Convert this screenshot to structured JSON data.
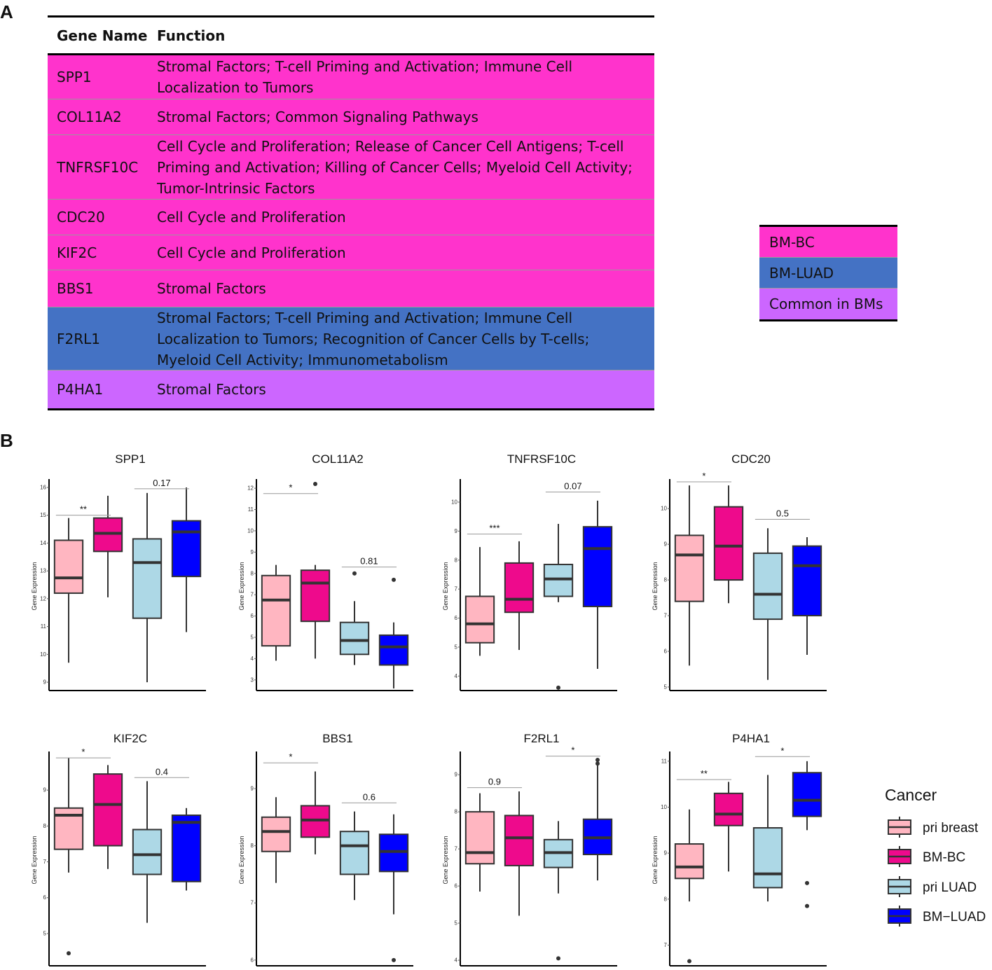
{
  "panel_a_letter": "A",
  "panel_b_letter": "B",
  "table": {
    "header": {
      "gene": "Gene Name",
      "function": "Function"
    },
    "rows": [
      {
        "gene": "SPP1",
        "function": "Stromal Factors; T-cell Priming and Activation; Immune Cell Localization to Tumors",
        "group": "BM-BC",
        "color": "#ff33cc"
      },
      {
        "gene": "COL11A2",
        "function": "Stromal Factors; Common Signaling Pathways",
        "group": "BM-BC",
        "color": "#ff33cc"
      },
      {
        "gene": "TNFRSF10C",
        "function": "Cell Cycle and Proliferation; Release of Cancer Cell Antigens; T-cell Priming and Activation; Killing of Cancer Cells; Myeloid Cell Activity; Tumor-Intrinsic Factors",
        "group": "BM-BC",
        "color": "#ff33cc"
      },
      {
        "gene": "CDC20",
        "function": "Cell Cycle and Proliferation",
        "group": "BM-BC",
        "color": "#ff33cc"
      },
      {
        "gene": "KIF2C",
        "function": "Cell Cycle and Proliferation",
        "group": "BM-BC",
        "color": "#ff33cc"
      },
      {
        "gene": "BBS1",
        "function": "Stromal Factors",
        "group": "BM-BC",
        "color": "#ff33cc"
      },
      {
        "gene": "F2RL1",
        "function": "Stromal Factors; T-cell Priming and Activation; Immune Cell Localization to Tumors; Recognition of Cancer Cells by T-cells; Myeloid Cell Activity; Immunometabolism",
        "group": "BM-LUAD",
        "color": "#4472c4"
      },
      {
        "gene": "P4HA1",
        "function": "Stromal Factors",
        "group": "Common in BMs",
        "color": "#cc66ff"
      }
    ],
    "legend": [
      {
        "label": "BM-BC",
        "color": "#ff33cc"
      },
      {
        "label": "BM-LUAD",
        "color": "#4472c4"
      },
      {
        "label": "Common in BMs",
        "color": "#cc66ff"
      }
    ]
  },
  "chart_data": {
    "type": "boxplot",
    "ylabel": "Gene Expression",
    "legend_title": "Cancer",
    "legend_position": "right",
    "series_colors": [
      "#ffb6c1",
      "#ee0a8c",
      "#add8e6",
      "#0000ff"
    ],
    "legend_items": [
      "pri breast",
      "BM-BC",
      "pri LUAD",
      "BM−LUAD"
    ],
    "panels": [
      {
        "title": "SPP1",
        "ylim": [
          8.7,
          16.2
        ],
        "ticks": [
          9,
          10,
          11,
          12,
          13,
          14,
          15,
          16
        ],
        "boxes": [
          {
            "q1": 12.2,
            "median": 12.75,
            "q3": 14.1,
            "low": 9.7,
            "high": 14.9,
            "out": []
          },
          {
            "q1": 13.7,
            "median": 14.35,
            "q3": 14.9,
            "low": 12.05,
            "high": 15.7,
            "out": []
          },
          {
            "q1": 11.3,
            "median": 13.3,
            "q3": 14.15,
            "low": 9.0,
            "high": 15.8,
            "out": []
          },
          {
            "q1": 12.8,
            "median": 14.4,
            "q3": 14.8,
            "low": 10.8,
            "high": 16.0,
            "out": []
          }
        ],
        "sig": [
          {
            "label": "**",
            "pair": [
              0,
              1
            ],
            "y": 15.0
          },
          {
            "label": "0.17",
            "pair": [
              2,
              3
            ],
            "y": 15.95
          }
        ]
      },
      {
        "title": "COL11A2",
        "ylim": [
          2.5,
          12.3
        ],
        "ticks": [
          3,
          4,
          5,
          6,
          7,
          8,
          9,
          10,
          11,
          12
        ],
        "boxes": [
          {
            "q1": 4.6,
            "median": 6.75,
            "q3": 7.9,
            "low": 3.9,
            "high": 8.4,
            "out": []
          },
          {
            "q1": 5.75,
            "median": 7.55,
            "q3": 8.15,
            "low": 4.0,
            "high": 8.4,
            "out": [
              12.2
            ]
          },
          {
            "q1": 4.2,
            "median": 4.85,
            "q3": 5.7,
            "low": 3.7,
            "high": 6.7,
            "out": [
              8.0
            ]
          },
          {
            "q1": 3.7,
            "median": 4.55,
            "q3": 5.1,
            "low": 2.6,
            "high": 5.7,
            "out": [
              7.7
            ]
          }
        ],
        "sig": [
          {
            "label": "*",
            "pair": [
              0,
              1
            ],
            "y": 11.75
          },
          {
            "label": "0.81",
            "pair": [
              2,
              3
            ],
            "y": 8.3
          }
        ]
      },
      {
        "title": "TNFRSF10C",
        "ylim": [
          3.5,
          10.7
        ],
        "ticks": [
          4,
          5,
          6,
          7,
          8,
          9,
          10
        ],
        "boxes": [
          {
            "q1": 5.15,
            "median": 5.8,
            "q3": 6.75,
            "low": 4.7,
            "high": 8.45,
            "out": []
          },
          {
            "q1": 6.2,
            "median": 6.65,
            "q3": 7.9,
            "low": 4.9,
            "high": 8.65,
            "out": []
          },
          {
            "q1": 6.75,
            "median": 7.35,
            "q3": 7.85,
            "low": 6.55,
            "high": 9.25,
            "out": [
              3.6
            ]
          },
          {
            "q1": 6.4,
            "median": 8.4,
            "q3": 9.15,
            "low": 4.25,
            "high": 10.05,
            "out": []
          }
        ],
        "sig": [
          {
            "label": "***",
            "pair": [
              0,
              1
            ],
            "y": 8.9
          },
          {
            "label": "0.07",
            "pair": [
              2,
              3
            ],
            "y": 10.35
          }
        ]
      },
      {
        "title": "CDC20",
        "ylim": [
          4.9,
          10.75
        ],
        "ticks": [
          5,
          6,
          7,
          8,
          9,
          10
        ],
        "boxes": [
          {
            "q1": 7.4,
            "median": 8.7,
            "q3": 9.25,
            "low": 5.6,
            "high": 10.65,
            "out": []
          },
          {
            "q1": 8.0,
            "median": 8.95,
            "q3": 10.05,
            "low": 7.35,
            "high": 10.65,
            "out": []
          },
          {
            "q1": 6.9,
            "median": 7.6,
            "q3": 8.75,
            "low": 5.2,
            "high": 9.45,
            "out": []
          },
          {
            "q1": 7.0,
            "median": 8.4,
            "q3": 8.95,
            "low": 5.9,
            "high": 9.2,
            "out": []
          }
        ],
        "sig": [
          {
            "label": "*",
            "pair": [
              0,
              1
            ],
            "y": 10.75
          },
          {
            "label": "0.5",
            "pair": [
              2,
              3
            ],
            "y": 9.7
          }
        ]
      },
      {
        "title": "KIF2C",
        "ylim": [
          4.1,
          10.0
        ],
        "ticks": [
          5,
          6,
          7,
          8,
          9
        ],
        "boxes": [
          {
            "q1": 7.35,
            "median": 8.3,
            "q3": 8.5,
            "low": 6.7,
            "high": 9.9,
            "out": [
              4.45
            ]
          },
          {
            "q1": 7.45,
            "median": 8.6,
            "q3": 9.45,
            "low": 6.8,
            "high": 9.7,
            "out": []
          },
          {
            "q1": 6.65,
            "median": 7.2,
            "q3": 7.9,
            "low": 5.3,
            "high": 9.25,
            "out": []
          },
          {
            "q1": 6.45,
            "median": 8.1,
            "q3": 8.3,
            "low": 6.2,
            "high": 8.5,
            "out": []
          }
        ],
        "sig": [
          {
            "label": "*",
            "pair": [
              0,
              1
            ],
            "y": 9.9
          },
          {
            "label": "0.4",
            "pair": [
              2,
              3
            ],
            "y": 9.35
          }
        ]
      },
      {
        "title": "BBS1",
        "ylim": [
          5.9,
          9.6
        ],
        "ticks": [
          6,
          7,
          8,
          9
        ],
        "boxes": [
          {
            "q1": 7.9,
            "median": 8.25,
            "q3": 8.5,
            "low": 7.35,
            "high": 8.85,
            "out": []
          },
          {
            "q1": 8.15,
            "median": 8.45,
            "q3": 8.7,
            "low": 7.85,
            "high": 9.3,
            "out": []
          },
          {
            "q1": 7.5,
            "median": 8.0,
            "q3": 8.25,
            "low": 7.05,
            "high": 8.6,
            "out": []
          },
          {
            "q1": 7.55,
            "median": 7.9,
            "q3": 8.2,
            "low": 6.8,
            "high": 8.55,
            "out": [
              6.0
            ]
          }
        ],
        "sig": [
          {
            "label": "*",
            "pair": [
              0,
              1
            ],
            "y": 9.45
          },
          {
            "label": "0.6",
            "pair": [
              2,
              3
            ],
            "y": 8.75
          }
        ]
      },
      {
        "title": "F2RL1",
        "ylim": [
          3.85,
          9.55
        ],
        "ticks": [
          4,
          5,
          6,
          7,
          8,
          9
        ],
        "boxes": [
          {
            "q1": 6.6,
            "median": 6.9,
            "q3": 8.0,
            "low": 5.85,
            "high": 8.5,
            "out": []
          },
          {
            "q1": 6.55,
            "median": 7.3,
            "q3": 7.9,
            "low": 5.2,
            "high": 8.55,
            "out": []
          },
          {
            "q1": 6.5,
            "median": 6.9,
            "q3": 7.25,
            "low": 5.8,
            "high": 7.75,
            "out": [
              4.05
            ]
          },
          {
            "q1": 6.85,
            "median": 7.3,
            "q3": 7.8,
            "low": 6.15,
            "high": 9.3,
            "out": [
              9.3,
              9.4
            ]
          }
        ],
        "sig": [
          {
            "label": "0.9",
            "pair": [
              0,
              1
            ],
            "y": 8.65
          },
          {
            "label": "*",
            "pair": [
              2,
              3
            ],
            "y": 9.5
          }
        ]
      },
      {
        "title": "P4HA1",
        "ylim": [
          6.55,
          11.15
        ],
        "ticks": [
          7,
          8,
          9,
          10,
          11
        ],
        "boxes": [
          {
            "q1": 8.45,
            "median": 8.7,
            "q3": 9.2,
            "low": 7.95,
            "high": 9.95,
            "out": [
              6.65
            ]
          },
          {
            "q1": 9.6,
            "median": 9.85,
            "q3": 10.3,
            "low": 8.6,
            "high": 10.55,
            "out": []
          },
          {
            "q1": 8.25,
            "median": 8.55,
            "q3": 9.55,
            "low": 7.95,
            "high": 10.7,
            "out": []
          },
          {
            "q1": 9.8,
            "median": 10.15,
            "q3": 10.75,
            "low": 9.5,
            "high": 11.0,
            "out": [
              8.35,
              7.85
            ]
          }
        ],
        "sig": [
          {
            "label": "**",
            "pair": [
              0,
              1
            ],
            "y": 10.6
          },
          {
            "label": "*",
            "pair": [
              2,
              3
            ],
            "y": 11.1
          }
        ]
      }
    ]
  }
}
